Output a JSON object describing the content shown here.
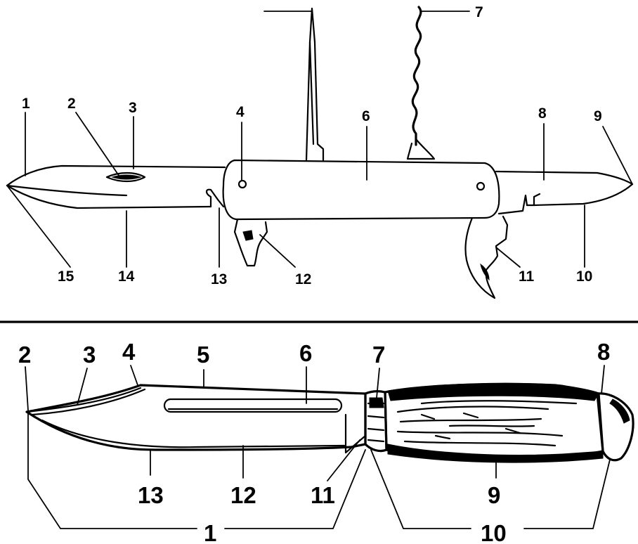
{
  "pocket_knife": {
    "labels": [
      "1",
      "2",
      "3",
      "4",
      "6",
      "7",
      "8",
      "9",
      "10",
      "11",
      "12",
      "13",
      "14",
      "15"
    ]
  },
  "hunting_knife": {
    "labels": [
      "2",
      "3",
      "4",
      "5",
      "6",
      "7",
      "8",
      "13",
      "12",
      "11",
      "9",
      "1",
      "10"
    ]
  }
}
